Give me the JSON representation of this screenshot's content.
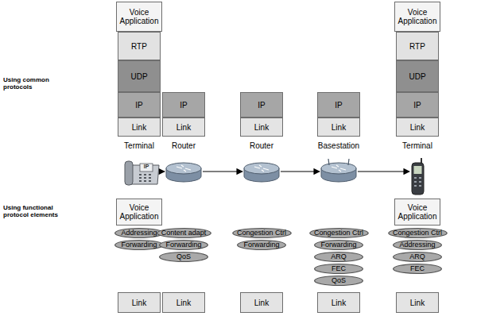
{
  "diagram": {
    "nodes": [
      {
        "text": [
          "Voice Application"
        ]
      },
      {
        "text": [
          "RTP"
        ]
      },
      {
        "text": [
          "UDP"
        ]
      },
      {
        "text": [
          "IP"
        ]
      },
      {
        "text": [
          "Link"
        ]
      },
      {
        "text": [
          "IP"
        ]
      },
      {
        "text": [
          "Link"
        ]
      },
      {
        "text": [
          "IP"
        ]
      },
      {
        "text": [
          "Link"
        ]
      },
      {
        "text": [
          "IP"
        ]
      },
      {
        "text": [
          "Link"
        ]
      },
      {
        "text": [
          "Voice Application"
        ]
      },
      {
        "text": [
          "RTP"
        ]
      },
      {
        "text": [
          "UDP"
        ]
      },
      {
        "text": [
          "IP"
        ]
      },
      {
        "text": [
          "Link"
        ]
      },
      {
        "text": [
          "Voice Application"
        ]
      },
      {
        "text": [
          "Addressing"
        ]
      },
      {
        "text": [
          "Forwarding"
        ]
      },
      {
        "text": [
          "Content adapt"
        ]
      },
      {
        "text": [
          "Forwarding"
        ]
      },
      {
        "text": [
          "QoS"
        ]
      },
      {
        "text": [
          "Congestion Ctrl"
        ]
      },
      {
        "text": [
          "Forwarding"
        ]
      },
      {
        "text": [
          "Congestion Ctrl"
        ]
      },
      {
        "text": [
          "Forwarding"
        ]
      },
      {
        "text": [
          "ARQ"
        ]
      },
      {
        "text": [
          "FEC"
        ]
      },
      {
        "text": [
          "QoS"
        ]
      },
      {
        "text": [
          "Voice Application"
        ]
      },
      {
        "text": [
          "Congestion Ctrl"
        ]
      },
      {
        "text": [
          "Addressing"
        ]
      },
      {
        "text": [
          "ARQ"
        ]
      },
      {
        "text": [
          "FEC"
        ]
      },
      {
        "text": [
          "Link"
        ]
      },
      {
        "text": [
          "Link"
        ]
      },
      {
        "text": [
          "Link"
        ]
      },
      {
        "text": [
          "Link"
        ]
      },
      {
        "text": [
          "Link"
        ]
      }
    ],
    "labels": [
      "Using common protocols",
      "Using functional protocol elements",
      "Terminal",
      "Router",
      "Router",
      "Basestation",
      "Terminal",
      "IP"
    ]
  }
}
